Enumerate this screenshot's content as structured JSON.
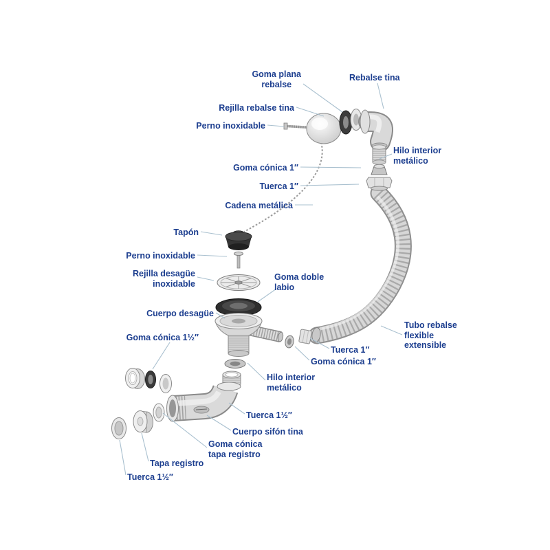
{
  "colors": {
    "background": "#ffffff",
    "label": "#1c3e8f",
    "leader": "#a9c0cf",
    "metal_light": "#ececec",
    "metal_mid": "#d8d8d8",
    "rubber_dark": "#333333"
  },
  "labels": [
    {
      "id": "goma-plana-rebalse",
      "text": "Goma plana\nrebalse"
    },
    {
      "id": "rebalse-tina",
      "text": "Rebalse tina"
    },
    {
      "id": "rejilla-rebalse-tina",
      "text": "Rejilla rebalse tina"
    },
    {
      "id": "perno-inoxidable-top",
      "text": "Perno inoxidable"
    },
    {
      "id": "hilo-interior-metalico-top",
      "text": "Hilo interior\nmetálico"
    },
    {
      "id": "goma-conica-1-top",
      "text": "Goma cónica 1″"
    },
    {
      "id": "tuerca-1-top",
      "text": "Tuerca 1″"
    },
    {
      "id": "cadena-metalica",
      "text": "Cadena metálica"
    },
    {
      "id": "tapon",
      "text": "Tapón"
    },
    {
      "id": "perno-inoxidable-mid",
      "text": "Perno inoxidable"
    },
    {
      "id": "rejilla-desague-inoxidable",
      "text": "Rejilla desagüe\ninoxidable"
    },
    {
      "id": "goma-doble-labio",
      "text": "Goma doble\nlabio"
    },
    {
      "id": "cuerpo-desague",
      "text": "Cuerpo desagüe"
    },
    {
      "id": "goma-conica-15-left",
      "text": "Goma cónica 1½″"
    },
    {
      "id": "tubo-rebalse-flexible-extensible",
      "text": "Tubo rebalse\nflexible\nextensible"
    },
    {
      "id": "tuerca-1-mid",
      "text": "Tuerca 1″"
    },
    {
      "id": "goma-conica-1-mid",
      "text": "Goma cónica 1″"
    },
    {
      "id": "hilo-interior-metalico-mid",
      "text": "Hilo interior\nmetálico"
    },
    {
      "id": "tuerca-15-mid",
      "text": "Tuerca 1½″"
    },
    {
      "id": "cuerpo-sifon-tina",
      "text": "Cuerpo sifón tina"
    },
    {
      "id": "goma-conica-tapa-registro",
      "text": "Goma cónica\ntapa registro"
    },
    {
      "id": "tapa-registro",
      "text": "Tapa registro"
    },
    {
      "id": "tuerca-15-bottom",
      "text": "Tuerca 1½″"
    }
  ]
}
